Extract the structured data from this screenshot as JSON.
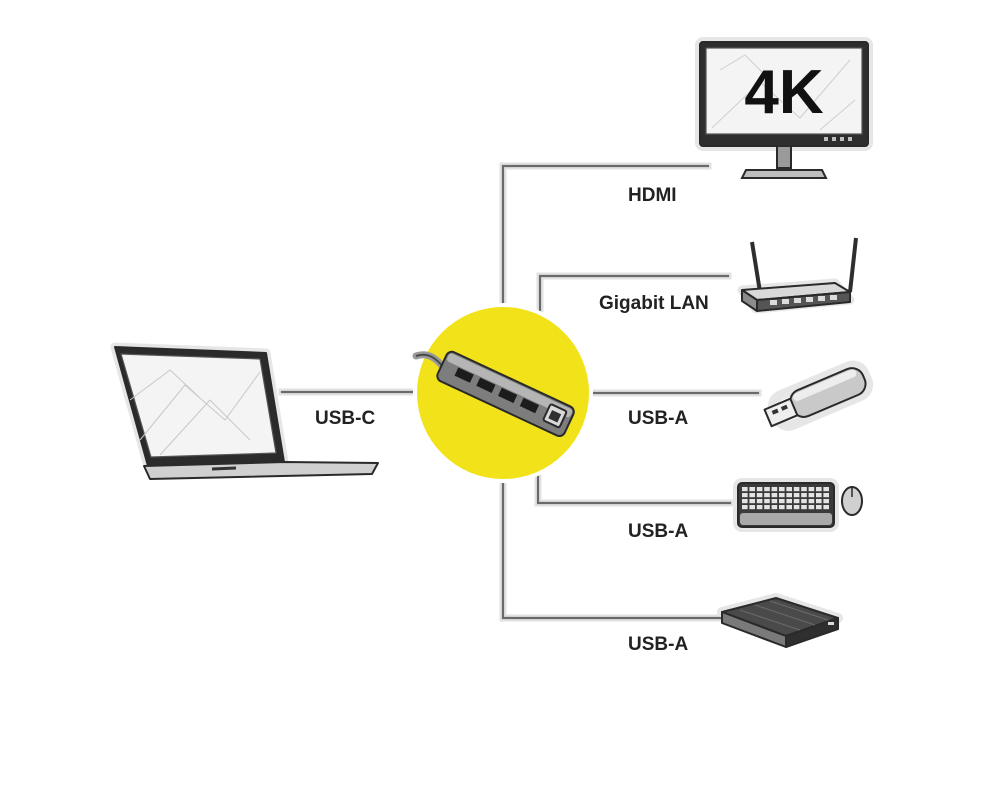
{
  "labels": {
    "laptop_port": "USB-C",
    "monitor_port": "HDMI",
    "router_port": "Gigabit LAN",
    "stick_port": "USB-A",
    "keyboard_port": "USB-A",
    "drive_port": "USB-A"
  },
  "monitor": {
    "resolution_text": "4K"
  },
  "colors": {
    "hub_circle": "#f2e21a",
    "line": "#6a6a6a",
    "line_halo": "#e2e2e2",
    "stroke": "#2a2a2a"
  }
}
